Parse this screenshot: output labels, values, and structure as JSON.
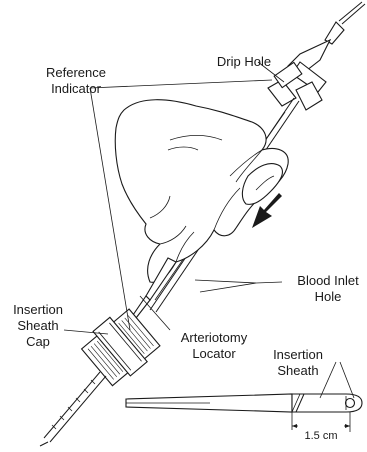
{
  "labels": {
    "reference_indicator": [
      "Reference",
      "Indicator"
    ],
    "drip_hole": "Drip Hole",
    "blood_inlet_hole": [
      "Blood Inlet",
      "Hole"
    ],
    "insertion_sheath_cap": [
      "Insertion",
      "Sheath",
      "Cap"
    ],
    "arteriotomy_locator": [
      "Arteriotomy",
      "Locator"
    ],
    "insertion_sheath": [
      "Insertion",
      "Sheath"
    ],
    "dimension": "1.5 cm"
  },
  "icons": [
    "hand-illustration",
    "direction-arrow-icon",
    "locator-tip-detail"
  ]
}
